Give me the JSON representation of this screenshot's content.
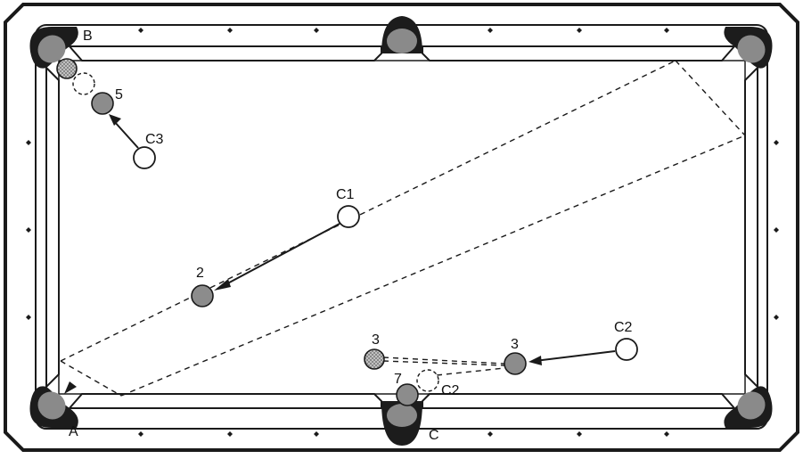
{
  "colors": {
    "line": "#1a1a1a",
    "felt": "#ffffff",
    "pocket_dark": "#1c1c1c",
    "pocket_inner": "#8a8a8a",
    "ball_gray": "#8c8c8c",
    "ball_pattern": "#b5b5b5",
    "cue_ball": "#ffffff"
  },
  "pocket_labels": {
    "top_left": "B",
    "bottom_left": "A",
    "bottom_middle": "C"
  },
  "balls": {
    "b5": "5",
    "b2": "2",
    "b3_far": "3",
    "b3": "3",
    "b7": "7"
  },
  "cue_labels": {
    "c1": "C1",
    "c2": "C2",
    "c2_ghost": "C2",
    "c3": "C3"
  }
}
